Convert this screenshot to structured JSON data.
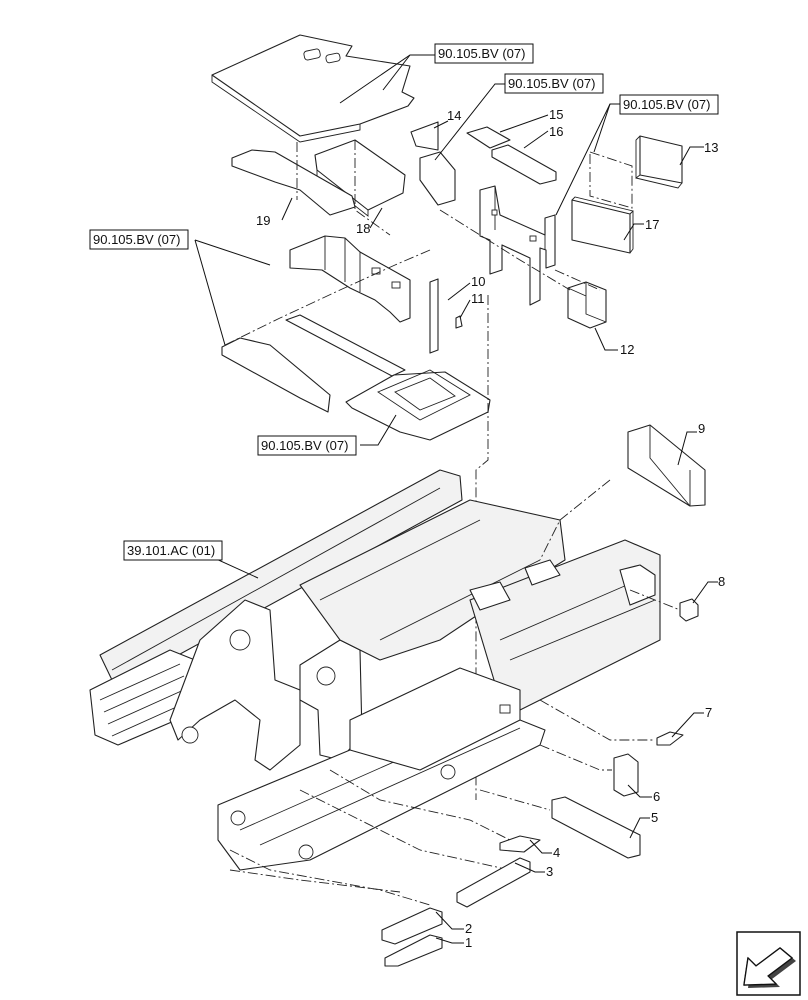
{
  "references": {
    "r1": "90.105.BV (07)",
    "r2": "90.105.BV (07)",
    "r3": "90.105.BV (07)",
    "r4": "90.105.BV (07)",
    "r5": "90.105.BV (07)",
    "r6": "39.101.AC (01)"
  },
  "callouts": {
    "c1": "1",
    "c2": "2",
    "c3": "3",
    "c4": "4",
    "c5": "5",
    "c6": "6",
    "c7": "7",
    "c8": "8",
    "c9": "9",
    "c10": "10",
    "c11": "11",
    "c12": "12",
    "c13": "13",
    "c14": "14",
    "c15": "15",
    "c16": "16",
    "c17": "17",
    "c18": "18",
    "c19": "19"
  },
  "icons": {
    "nav": "next-page-arrow-icon"
  }
}
